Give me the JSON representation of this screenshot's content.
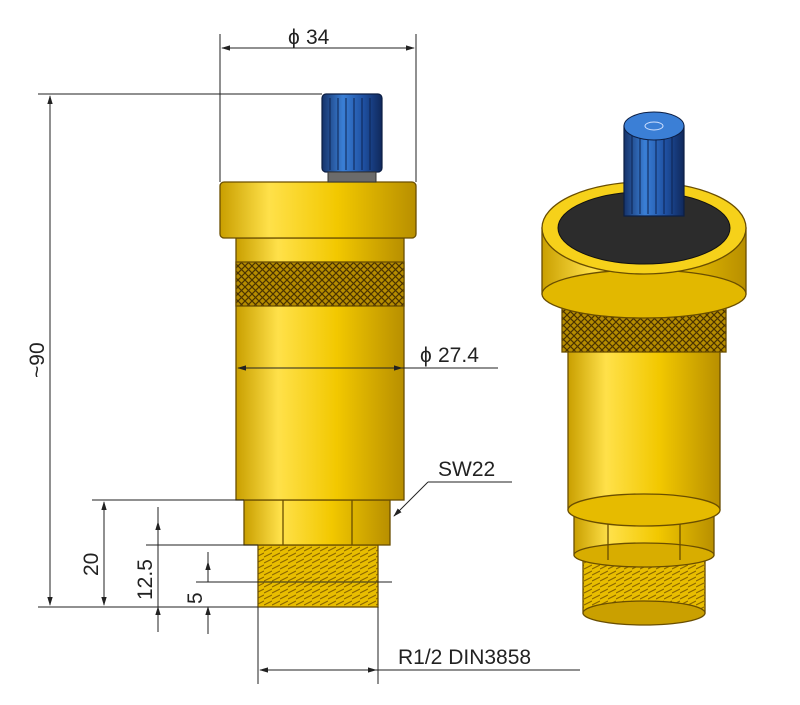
{
  "dimensions": {
    "top_diameter": "34",
    "body_diameter": "27.4",
    "overall_height": "~90",
    "hex_size": "SW22",
    "height_20": "20",
    "height_12_5": "12.5",
    "height_5": "5",
    "thread": "R1/2 DIN3858"
  },
  "symbols": {
    "diameter": "ϕ"
  },
  "colors": {
    "brass": "#f2cc00",
    "brass_dark": "#c9a300",
    "cap_blue": "#1f4f9e",
    "line": "#222222"
  }
}
